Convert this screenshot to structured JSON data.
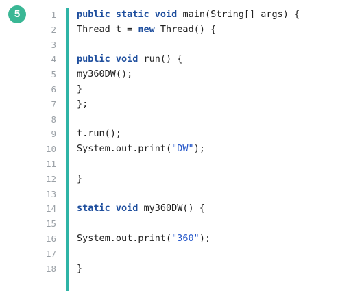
{
  "question": {
    "number": "5"
  },
  "code": {
    "lines": [
      {
        "n": "1",
        "segments": [
          {
            "t": "public static void",
            "k": "kw"
          },
          {
            "t": " main(String[] args) {",
            "k": "plain"
          }
        ]
      },
      {
        "n": "2",
        "segments": [
          {
            "t": "Thread t = ",
            "k": "plain"
          },
          {
            "t": "new",
            "k": "kw"
          },
          {
            "t": " Thread() {",
            "k": "plain"
          }
        ]
      },
      {
        "n": "3",
        "segments": []
      },
      {
        "n": "4",
        "segments": [
          {
            "t": "public void",
            "k": "kw"
          },
          {
            "t": " run() {",
            "k": "plain"
          }
        ]
      },
      {
        "n": "5",
        "segments": [
          {
            "t": "my360DW();",
            "k": "plain"
          }
        ]
      },
      {
        "n": "6",
        "segments": [
          {
            "t": "}",
            "k": "plain"
          }
        ]
      },
      {
        "n": "7",
        "segments": [
          {
            "t": "};",
            "k": "plain"
          }
        ]
      },
      {
        "n": "8",
        "segments": []
      },
      {
        "n": "9",
        "segments": [
          {
            "t": "t.run();",
            "k": "plain"
          }
        ]
      },
      {
        "n": "10",
        "segments": [
          {
            "t": "System.out.print(",
            "k": "plain"
          },
          {
            "t": "\"DW\"",
            "k": "str"
          },
          {
            "t": ");",
            "k": "plain"
          }
        ]
      },
      {
        "n": "11",
        "segments": []
      },
      {
        "n": "12",
        "segments": [
          {
            "t": "}",
            "k": "plain"
          }
        ]
      },
      {
        "n": "13",
        "segments": []
      },
      {
        "n": "14",
        "segments": [
          {
            "t": "static void",
            "k": "kw"
          },
          {
            "t": " my360DW() {",
            "k": "plain"
          }
        ]
      },
      {
        "n": "15",
        "segments": []
      },
      {
        "n": "16",
        "segments": [
          {
            "t": "System.out.print(",
            "k": "plain"
          },
          {
            "t": "\"360\"",
            "k": "str"
          },
          {
            "t": ");",
            "k": "plain"
          }
        ]
      },
      {
        "n": "17",
        "segments": []
      },
      {
        "n": "18",
        "segments": [
          {
            "t": "}",
            "k": "plain"
          }
        ]
      }
    ]
  },
  "colors": {
    "badge": "#3ab795",
    "gutter": "#2fb4a6",
    "keyword": "#1f4f9e",
    "string": "#2456c9",
    "line_number": "#9aa0a6"
  }
}
